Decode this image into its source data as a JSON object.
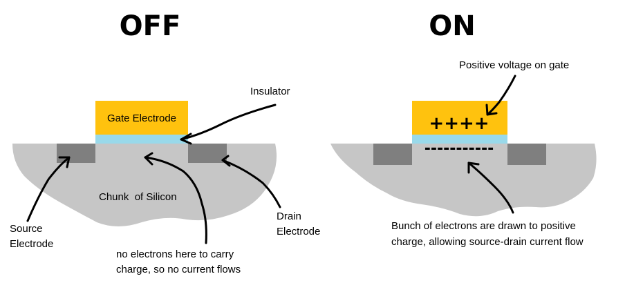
{
  "colors": {
    "silicon": "#c6c6c6",
    "electrode": "#7f7f7f",
    "gate": "#ffc20e",
    "insulator": "#99d9ea",
    "ink": "#000000"
  },
  "off": {
    "title": "OFF",
    "gate_label": "Gate Electrode",
    "insulator_label": "Insulator",
    "silicon_label": "Chunk  of Silicon",
    "source_label": [
      "Source",
      "Electrode"
    ],
    "drain_label": [
      "Drain",
      "Electrode"
    ],
    "note": [
      "no electrons here to carry",
      "charge, so no current flows"
    ]
  },
  "on": {
    "title": "ON",
    "gate_charge": "++++",
    "electrons": "-----------",
    "gate_label": "Positive voltage on gate",
    "note": [
      "Bunch of electrons are drawn to positive",
      "charge, allowing source-drain current flow"
    ]
  }
}
